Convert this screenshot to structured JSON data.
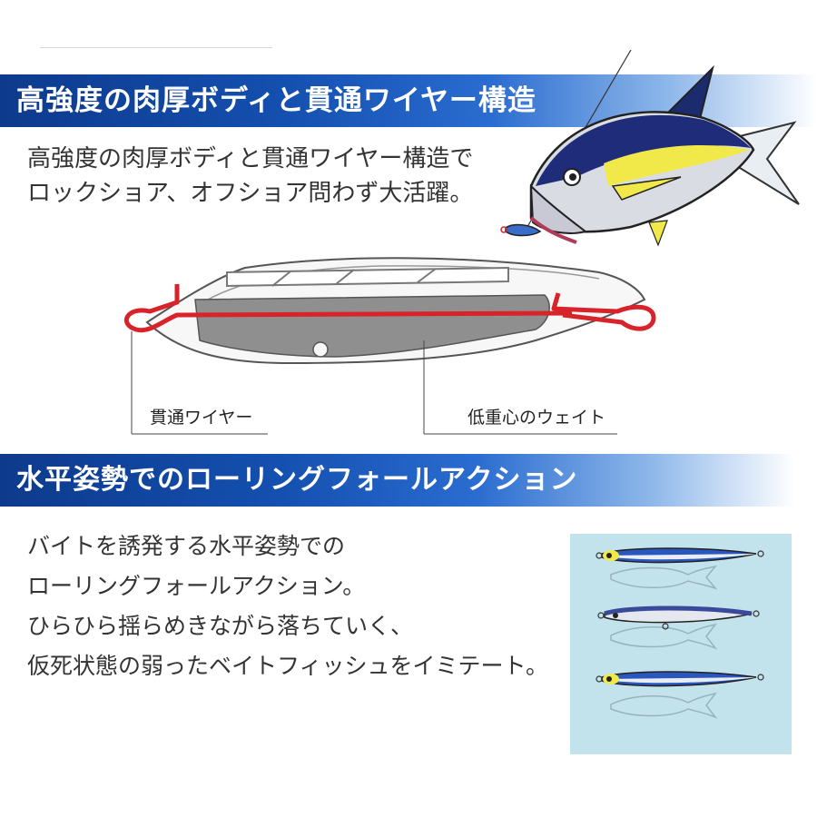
{
  "section1": {
    "title": "高強度の肉厚ボディと貫通ワイヤー構造",
    "lines": [
      "高強度の肉厚ボディと貫通ワイヤー構造で",
      "ロックショア、オフショア問わず大活躍。"
    ]
  },
  "diagram": {
    "wire_label": "貫通ワイヤー",
    "weight_label": "低重心のウェイト"
  },
  "section2": {
    "title": "水平姿勢でのローリングフォールアクション",
    "lines": [
      "バイトを誘発する水平姿勢での",
      "ローリングフォールアクション。",
      "ひらひら揺らめきながら落ちていく、",
      "仮死状態の弱ったベイトフィッシュをイミテート。"
    ]
  },
  "colors": {
    "banner_blue": "#1450b0",
    "wire_red": "#d8232a",
    "weight_gray": "#8f8f8f",
    "panel_bg": "#c2e2ec"
  },
  "icons": [
    "tuna-illustration",
    "jig-cutaway-diagram",
    "lure-fall-illustration"
  ]
}
